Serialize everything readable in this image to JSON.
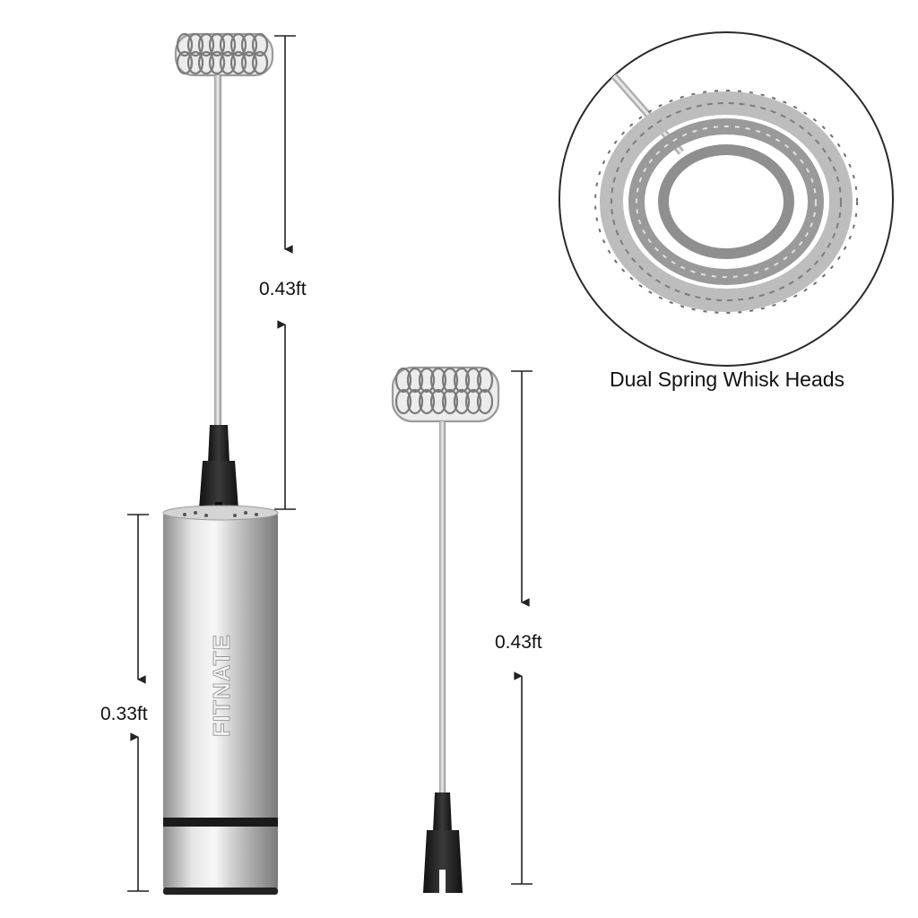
{
  "dimensions": {
    "frother_shaft_length": "0.43ft",
    "frother_handle_length": "0.33ft",
    "spare_whisk_length": "0.43ft"
  },
  "detail": {
    "caption": "Dual Spring Whisk Heads"
  },
  "brand": {
    "logo_text": "FITNATE"
  },
  "colors": {
    "steel": "#c9c9c9",
    "dark_plastic": "#2a2a2a",
    "arrow": "#222222"
  }
}
